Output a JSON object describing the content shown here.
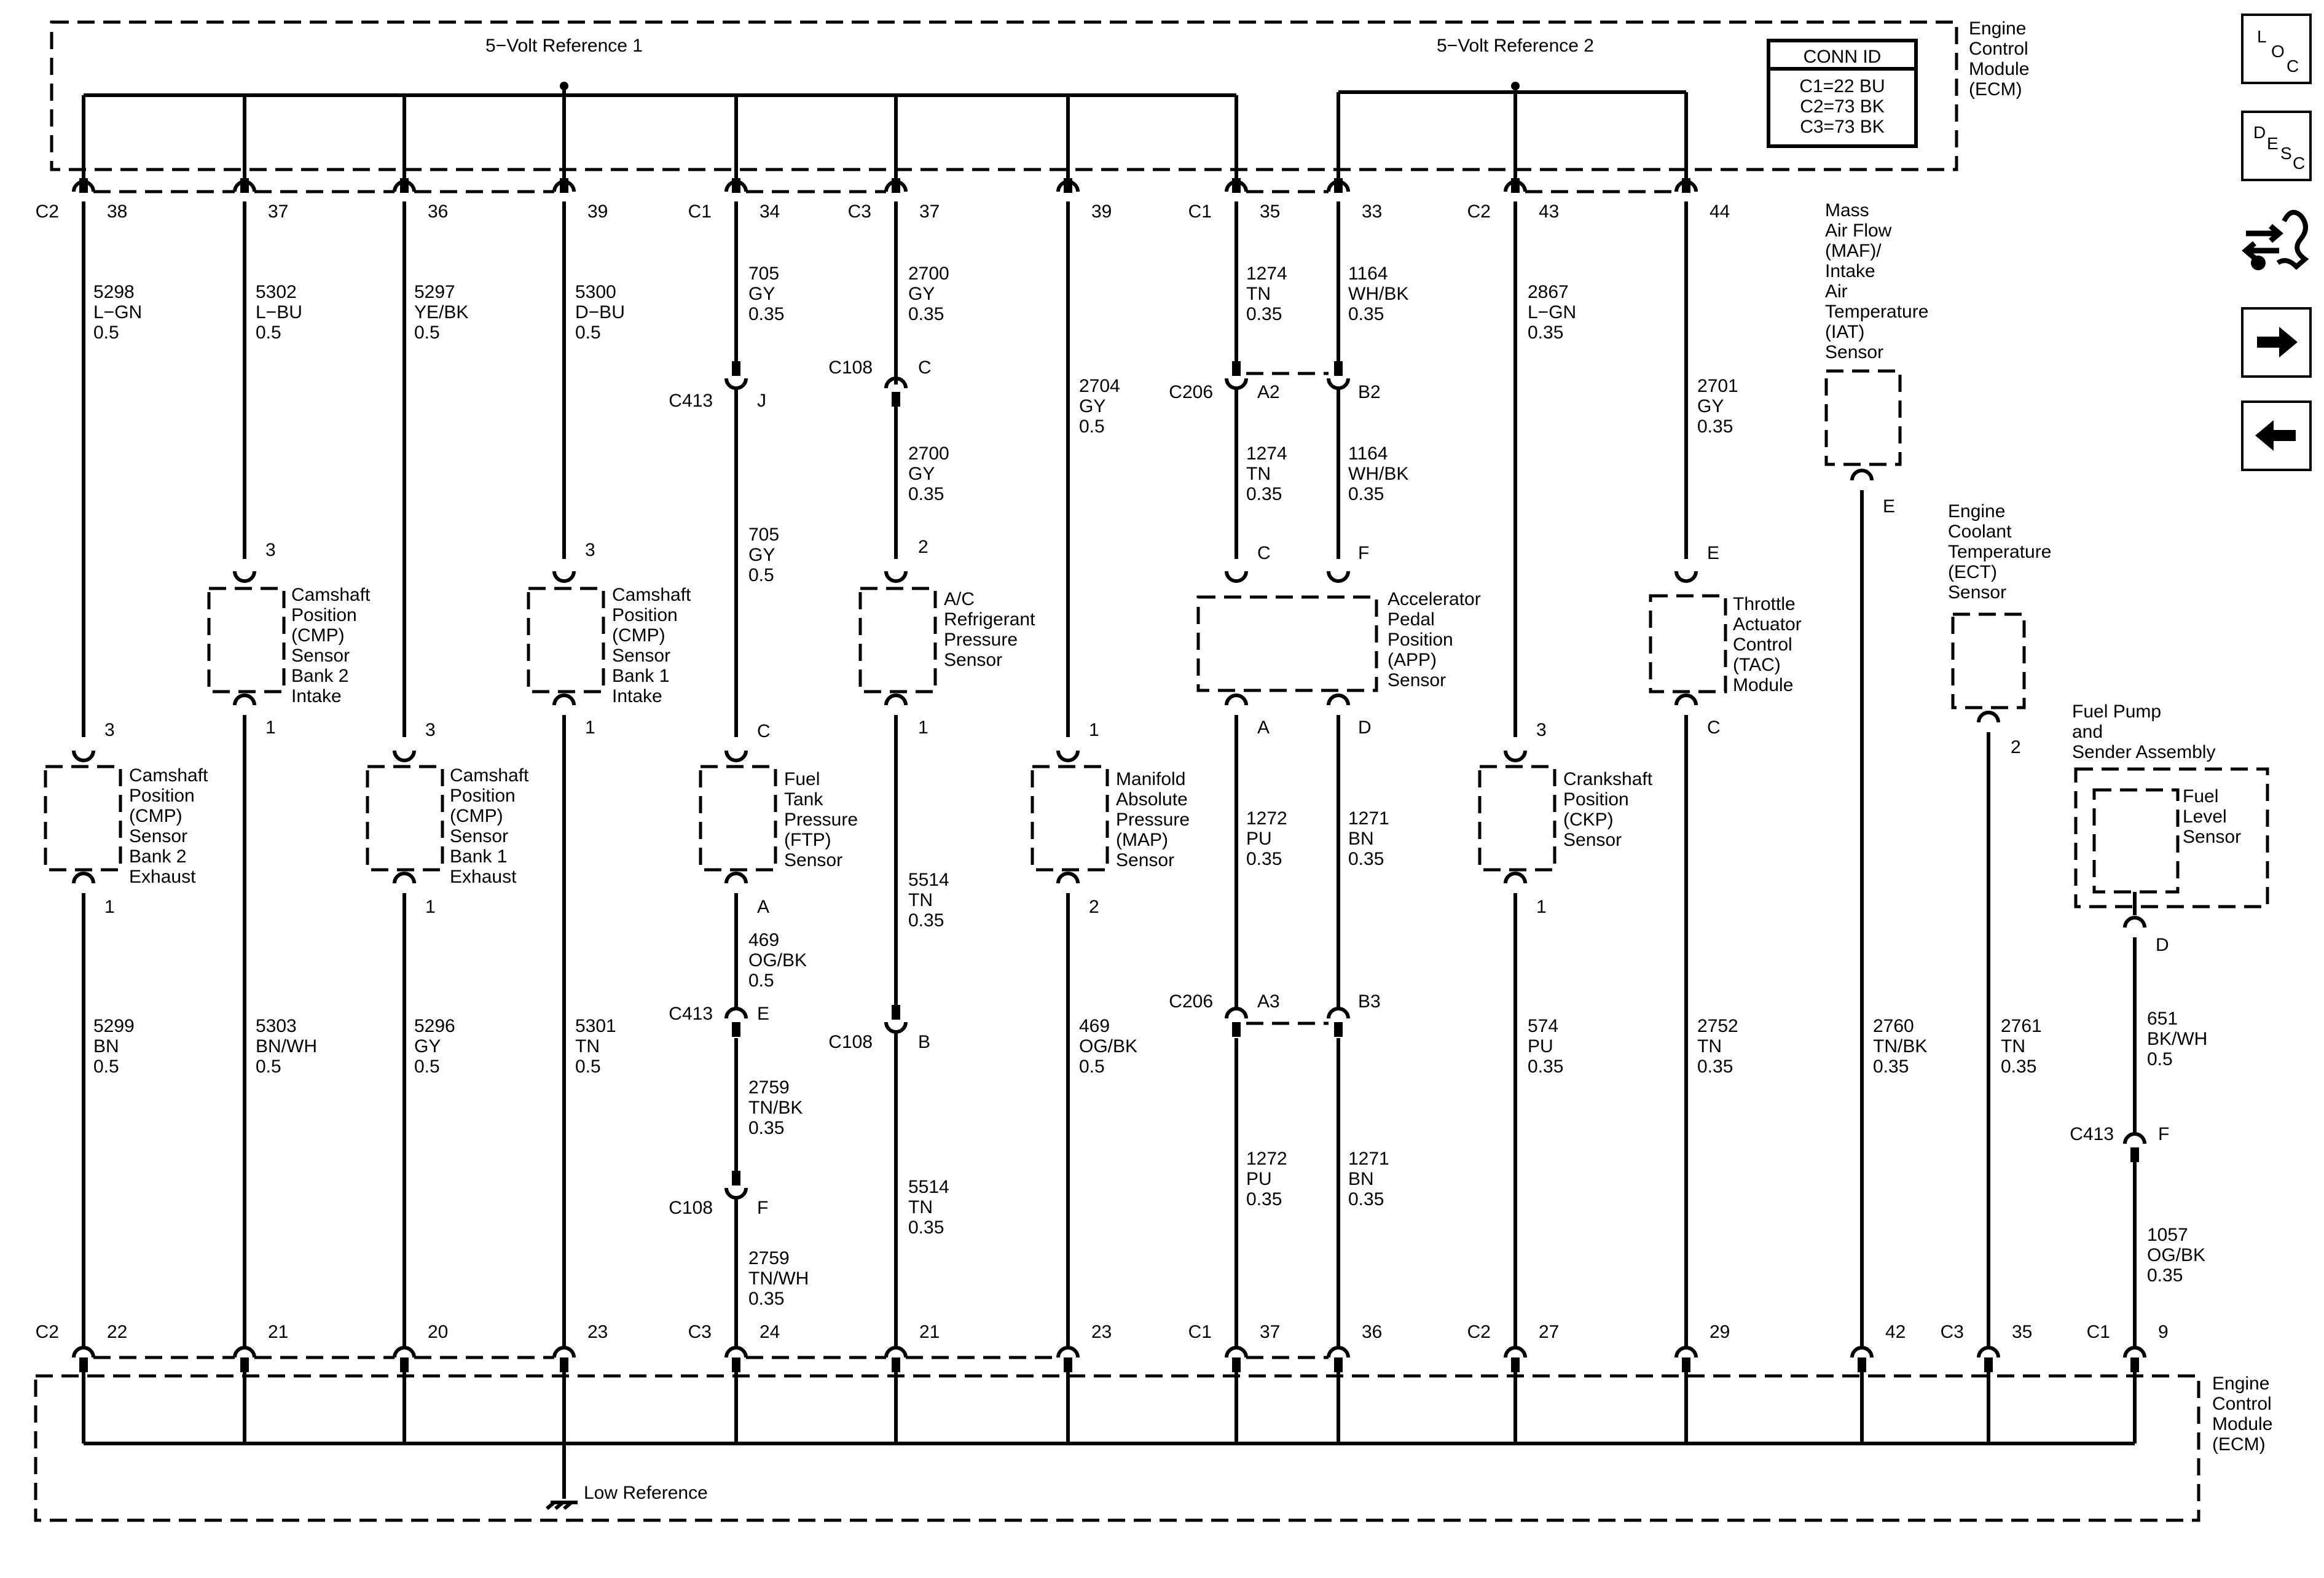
{
  "ecm": {
    "top_label": [
      "Engine",
      "Control",
      "Module",
      "(ECM)"
    ],
    "bottom_label": [
      "Engine",
      "Control",
      "Module",
      "(ECM)"
    ]
  },
  "references": {
    "ref1": "5−Volt Reference 1",
    "ref2": "5−Volt Reference 2",
    "low": "Low Reference"
  },
  "conn_id": {
    "title": "CONN ID",
    "lines": [
      "C1=22 BU",
      "C2=73 BK",
      "C3=73 BK"
    ]
  },
  "nav": {
    "loc": [
      "L",
      "O",
      "C"
    ],
    "desc": [
      "D",
      "E",
      "S",
      "C"
    ],
    "schematic": "schematic-icon",
    "next": "arrow-right-icon",
    "prev": "arrow-left-icon"
  },
  "top_terminals": [
    {
      "conn": "C2",
      "pin": "38"
    },
    {
      "conn": "",
      "pin": "37"
    },
    {
      "conn": "",
      "pin": "36"
    },
    {
      "conn": "",
      "pin": "39"
    },
    {
      "conn": "C1",
      "pin": "34"
    },
    {
      "conn": "C3",
      "pin": "37"
    },
    {
      "conn": "",
      "pin": "39"
    },
    {
      "conn": "C1",
      "pin": "35"
    },
    {
      "conn": "",
      "pin": "33"
    },
    {
      "conn": "C2",
      "pin": "43"
    },
    {
      "conn": "",
      "pin": "44"
    }
  ],
  "bottom_terminals": [
    {
      "conn": "C2",
      "pin": "22"
    },
    {
      "conn": "",
      "pin": "21"
    },
    {
      "conn": "",
      "pin": "20"
    },
    {
      "conn": "",
      "pin": "23"
    },
    {
      "conn": "C3",
      "pin": "24"
    },
    {
      "conn": "",
      "pin": "21"
    },
    {
      "conn": "",
      "pin": "23"
    },
    {
      "conn": "C1",
      "pin": "37"
    },
    {
      "conn": "",
      "pin": "36"
    },
    {
      "conn": "C2",
      "pin": "27"
    },
    {
      "conn": "",
      "pin": "29"
    },
    {
      "conn": "",
      "pin": "42"
    },
    {
      "conn": "C3",
      "pin": "35"
    },
    {
      "conn": "C1",
      "pin": "9"
    }
  ],
  "wires": [
    [
      "5298",
      "L−GN",
      "0.5"
    ],
    [
      "5302",
      "L−BU",
      "0.5"
    ],
    [
      "5297",
      "YE/BK",
      "0.5"
    ],
    [
      "5300",
      "D−BU",
      "0.5"
    ],
    [
      "705",
      "GY",
      "0.35"
    ],
    [
      "2700",
      "GY",
      "0.35"
    ],
    [
      "705",
      "GY",
      "0.5"
    ],
    [
      "2700",
      "GY",
      "0.35"
    ],
    [
      "2704",
      "GY",
      "0.5"
    ],
    [
      "1274",
      "TN",
      "0.35"
    ],
    [
      "1164",
      "WH/BK",
      "0.35"
    ],
    [
      "1274",
      "TN",
      "0.35"
    ],
    [
      "1164",
      "WH/BK",
      "0.35"
    ],
    [
      "2867",
      "L−GN",
      "0.35"
    ],
    [
      "2701",
      "GY",
      "0.35"
    ],
    [
      "469",
      "OG/BK",
      "0.5"
    ],
    [
      "5514",
      "TN",
      "0.35"
    ],
    [
      "2759",
      "TN/BK",
      "0.35"
    ],
    [
      "5514",
      "TN",
      "0.35"
    ],
    [
      "2759",
      "TN/WH",
      "0.35"
    ],
    [
      "1272",
      "PU",
      "0.35"
    ],
    [
      "1271",
      "BN",
      "0.35"
    ],
    [
      "1272",
      "PU",
      "0.35"
    ],
    [
      "1271",
      "BN",
      "0.35"
    ],
    [
      "5299",
      "BN",
      "0.5"
    ],
    [
      "5303",
      "BN/WH",
      "0.5"
    ],
    [
      "5296",
      "GY",
      "0.5"
    ],
    [
      "5301",
      "TN",
      "0.5"
    ],
    [
      "469",
      "OG/BK",
      "0.5"
    ],
    [
      "574",
      "PU",
      "0.35"
    ],
    [
      "2752",
      "TN",
      "0.35"
    ],
    [
      "2760",
      "TN/BK",
      "0.35"
    ],
    [
      "2761",
      "TN",
      "0.35"
    ],
    [
      "651",
      "BK/WH",
      "0.5"
    ],
    [
      "1057",
      "OG/BK",
      "0.35"
    ]
  ],
  "inline": [
    {
      "conn": "C413",
      "pin": "J"
    },
    {
      "conn": "C108",
      "pin": "C"
    },
    {
      "conn": "C206",
      "pin": "A2"
    },
    {
      "conn": "",
      "pin": "B2"
    },
    {
      "conn": "C413",
      "pin": "E"
    },
    {
      "conn": "C108",
      "pin": "B"
    },
    {
      "conn": "C206",
      "pin": "A3"
    },
    {
      "conn": "",
      "pin": "B3"
    },
    {
      "conn": "C108",
      "pin": "F"
    },
    {
      "conn": "C413",
      "pin": "F"
    }
  ],
  "components": [
    {
      "lines": [
        "Camshaft",
        "Position",
        "(CMP)",
        "Sensor",
        "Bank 2",
        "Intake"
      ],
      "pins": [
        "3",
        "1"
      ]
    },
    {
      "lines": [
        "Camshaft",
        "Position",
        "(CMP)",
        "Sensor",
        "Bank 1",
        "Intake"
      ],
      "pins": [
        "3",
        "1"
      ]
    },
    {
      "lines": [
        "Camshaft",
        "Position",
        "(CMP)",
        "Sensor",
        "Bank 2",
        "Exhaust"
      ],
      "pins": [
        "3",
        "1"
      ]
    },
    {
      "lines": [
        "Camshaft",
        "Position",
        "(CMP)",
        "Sensor",
        "Bank 1",
        "Exhaust"
      ],
      "pins": [
        "3",
        "1"
      ]
    },
    {
      "lines": [
        "A/C",
        "Refrigerant",
        "Pressure",
        "Sensor"
      ],
      "pins": [
        "2",
        "1"
      ]
    },
    {
      "lines": [
        "Fuel",
        "Tank",
        "Pressure",
        "(FTP)",
        "Sensor"
      ],
      "pins": [
        "C",
        "A"
      ]
    },
    {
      "lines": [
        "Manifold",
        "Absolute",
        "Pressure",
        "(MAP)",
        "Sensor"
      ],
      "pins": [
        "1",
        "2"
      ]
    },
    {
      "lines": [
        "Accelerator",
        "Pedal",
        "Position",
        "(APP)",
        "Sensor"
      ],
      "pins": [
        "C",
        "F",
        "A",
        "D"
      ]
    },
    {
      "lines": [
        "Throttle",
        "Actuator",
        "Control",
        "(TAC)",
        "Module"
      ],
      "pins": [
        "E",
        "C"
      ]
    },
    {
      "lines": [
        "Crankshaft",
        "Position",
        "(CKP)",
        "Sensor"
      ],
      "pins": [
        "3",
        "1"
      ]
    },
    {
      "lines": [
        "Mass",
        "Air Flow",
        "(MAF)/",
        "Intake",
        "Air",
        "Temperature",
        "(IAT)",
        "Sensor"
      ],
      "pins": [
        "E"
      ]
    },
    {
      "lines": [
        "Engine",
        "Coolant",
        "Temperature",
        "(ECT)",
        "Sensor"
      ],
      "pins": [
        "2"
      ]
    },
    {
      "lines": [
        "Fuel Pump",
        "and",
        "Sender Assembly"
      ],
      "pins": [
        "D"
      ]
    },
    {
      "lines": [
        "Fuel",
        "Level",
        "Sensor"
      ],
      "pins": []
    }
  ]
}
